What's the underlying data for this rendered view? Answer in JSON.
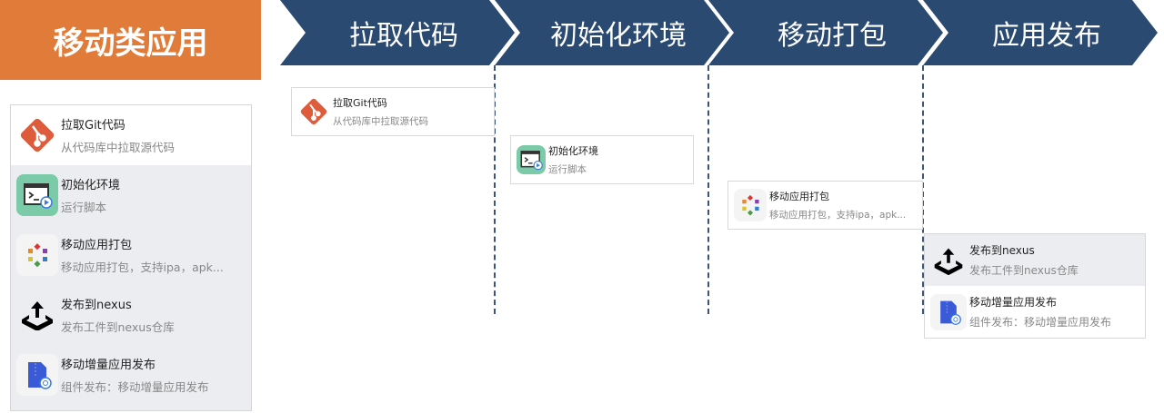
{
  "category": "移动类应用",
  "stages": [
    "拉取代码",
    "初始化环境",
    "移动打包",
    "应用发布"
  ],
  "plugins": [
    {
      "title": "拉取Git代码",
      "desc": "从代码库中拉取源代码",
      "icon": "git-icon"
    },
    {
      "title": "初始化环境",
      "desc": "运行脚本",
      "icon": "terminal-icon"
    },
    {
      "title": "移动应用打包",
      "desc": "移动应用打包，支持ipa，apk...",
      "icon": "package-icon"
    },
    {
      "title": "发布到nexus",
      "desc": "发布工件到nexus仓库",
      "icon": "upload-icon"
    },
    {
      "title": "移动增量应用发布",
      "desc": "组件发布：移动增量应用发布",
      "icon": "zip-icon"
    }
  ],
  "colors": {
    "category": "#e07b3a",
    "stage": "#2b4a72",
    "git": "#de5b3b",
    "terminal": "#7ccba8"
  }
}
